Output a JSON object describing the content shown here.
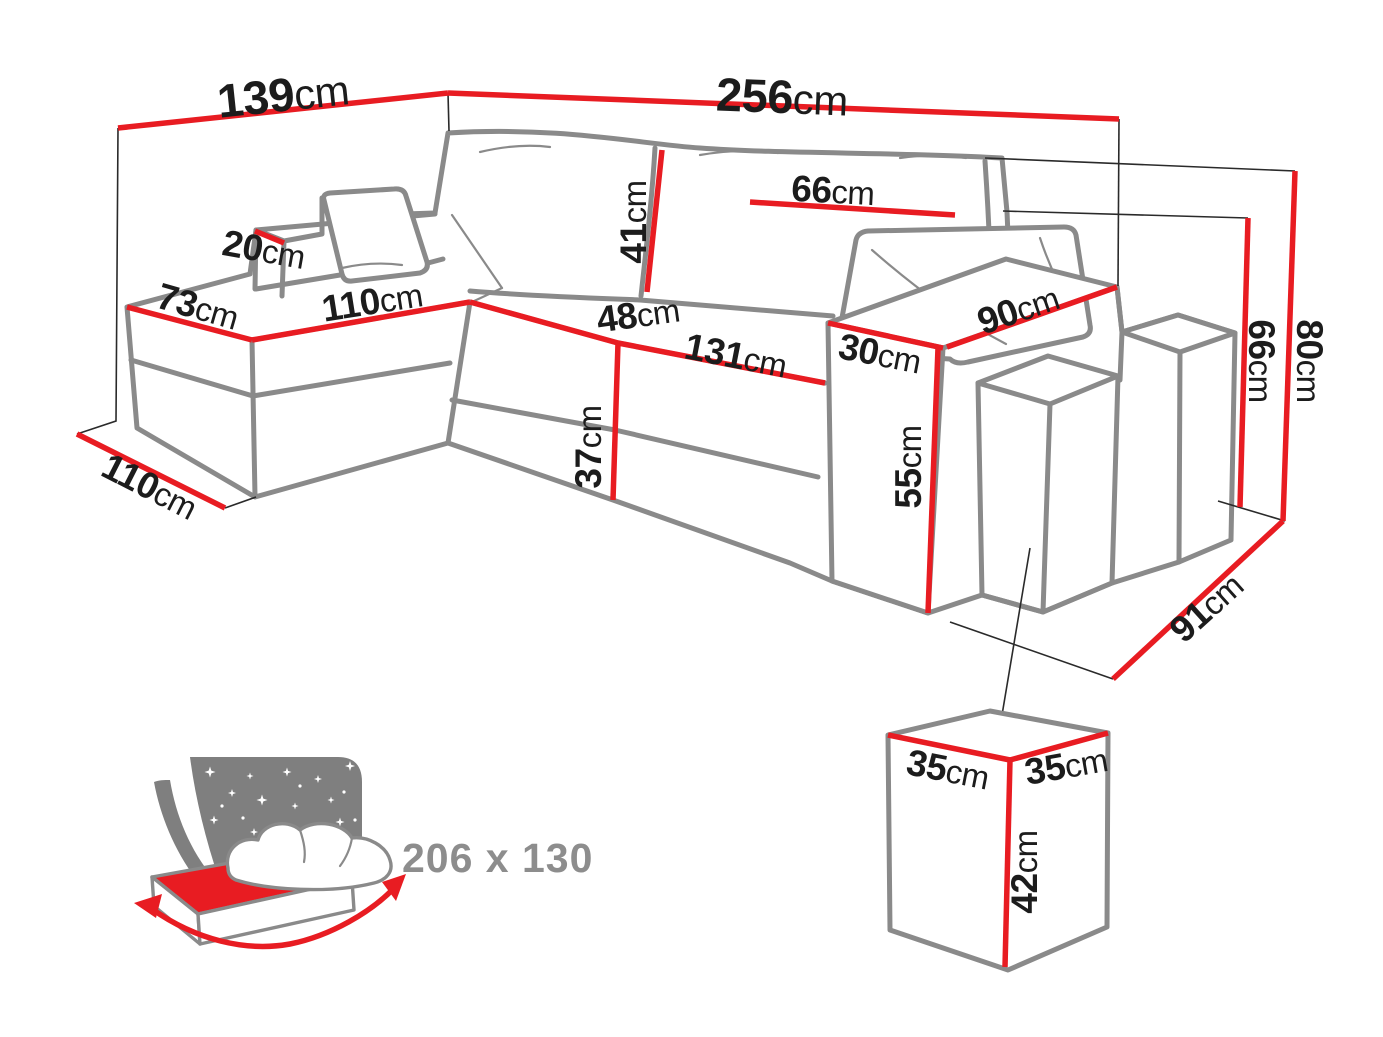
{
  "diagram": {
    "subject": "corner-sofa-with-poufs-dimension-diagram",
    "unit": "cm",
    "colors": {
      "dimension_red": "#e81c22",
      "outline_gray": "#8a8a8a",
      "extension_black": "#2a2a2a",
      "text_black": "#1c1c1c",
      "bed_text_gray": "#8d8d8d",
      "star_panel_gray": "#7f7f7f"
    },
    "icons": {
      "sleeping_function": "bed-sleep-icon",
      "pouf_detail": "pouf-cube-icon"
    }
  },
  "dims": {
    "back_left": {
      "value": "139",
      "unit": "cm"
    },
    "back_total": {
      "value": "256",
      "unit": "cm"
    },
    "rail_width": {
      "value": "20",
      "unit": "cm"
    },
    "chaise_end": {
      "value": "73",
      "unit": "cm"
    },
    "chaise_length": {
      "value": "110",
      "unit": "cm"
    },
    "chaise_depth": {
      "value": "110",
      "unit": "cm"
    },
    "cushion_height": {
      "value": "41",
      "unit": "cm"
    },
    "cushion_width": {
      "value": "66",
      "unit": "cm"
    },
    "seat_depth": {
      "value": "48",
      "unit": "cm"
    },
    "seat_length": {
      "value": "131",
      "unit": "cm"
    },
    "seat_height": {
      "value": "37",
      "unit": "cm"
    },
    "armrest_width": {
      "value": "30",
      "unit": "cm"
    },
    "armrest_depth": {
      "value": "90",
      "unit": "cm"
    },
    "armrest_height": {
      "value": "55",
      "unit": "cm"
    },
    "backrest_height": {
      "value": "66",
      "unit": "cm"
    },
    "total_height": {
      "value": "80",
      "unit": "cm"
    },
    "sofa_depth": {
      "value": "91",
      "unit": "cm"
    },
    "pouf_width": {
      "value": "35",
      "unit": "cm"
    },
    "pouf_depth": {
      "value": "35",
      "unit": "cm"
    },
    "pouf_height": {
      "value": "42",
      "unit": "cm"
    }
  },
  "sleeping": {
    "size_label": "206 x 130"
  }
}
